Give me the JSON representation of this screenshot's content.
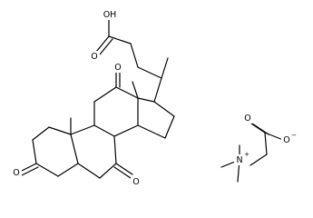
{
  "molecule": {
    "labels": {
      "acid_o1": "O",
      "acid_o2": "OH",
      "oxo_c3": "O",
      "oxo_c7": "O",
      "oxo_c12": "O",
      "betaine_o1": "O",
      "betaine_o2": "O",
      "betaine_n": "N"
    },
    "charges": {
      "betaine_o2": "−",
      "betaine_n": "+"
    }
  }
}
